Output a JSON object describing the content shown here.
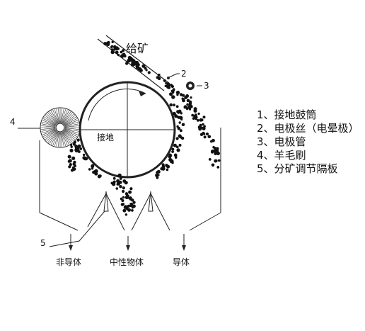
{
  "labels": {
    "feed": "给矿",
    "ground": "接地",
    "non_conductor": "非导体",
    "middlings": "中性物体",
    "conductor": "导体"
  },
  "callouts": [
    "2",
    "3",
    "4",
    "5"
  ],
  "legend": [
    "1、接地鼓筒",
    "2、电极丝（电晕极）",
    "3、电极管",
    "4、羊毛刷",
    "5、分矿调节隔板"
  ]
}
